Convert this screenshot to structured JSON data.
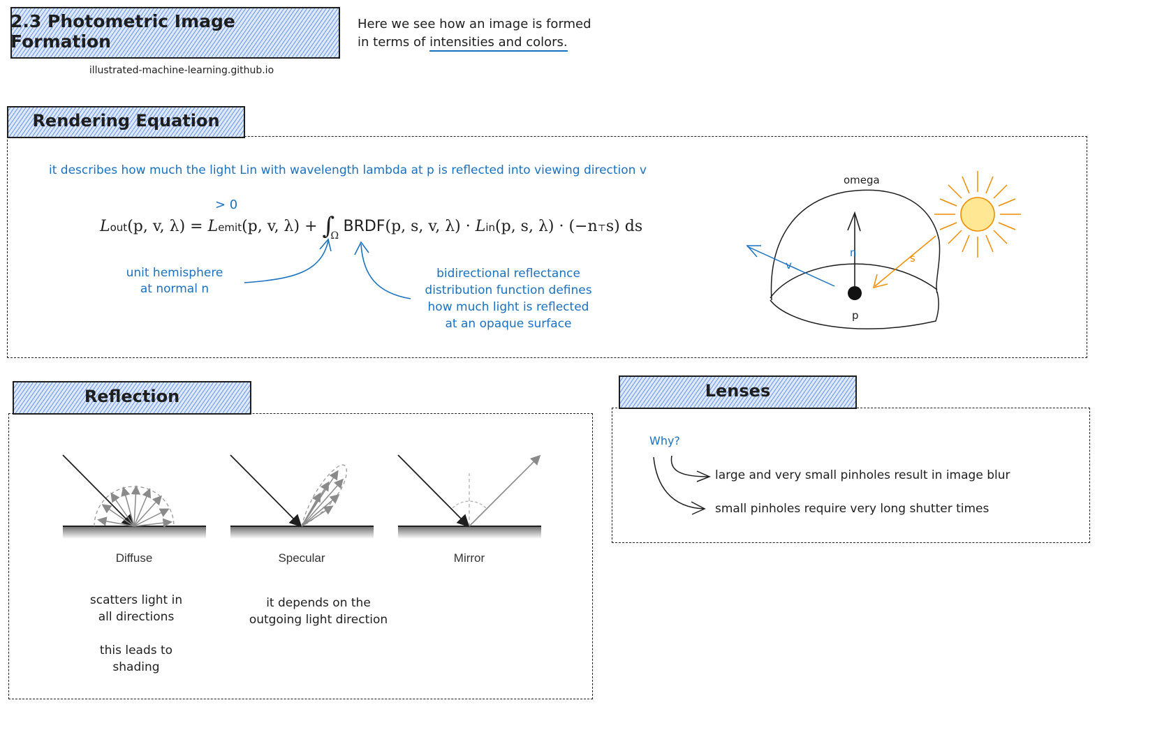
{
  "header": {
    "title": "2.3 Photometric Image Formation",
    "source": "illustrated-machine-learning.github.io",
    "intro_line1": "Here we see how an image is formed",
    "intro_line2_prefix": "in terms of",
    "intro_line2_highlight": "intensities and colors."
  },
  "rendering": {
    "heading": "Rendering Equation",
    "description": "it describes how much the light Lin with wavelength lambda at p is reflected into viewing direction v",
    "emit_note": "> 0",
    "eq_lhs": "L",
    "eq_lhs_sub": "out",
    "eq_args1": "(p, v, λ) = ",
    "eq_emit": "L",
    "eq_emit_sub": "emit",
    "eq_args2": "(p, v, λ) + ",
    "eq_integral": "∫",
    "eq_integral_sub": "Ω",
    "eq_brdf": "BRDF",
    "eq_args3": "(p, s, v, λ) · ",
    "eq_lin": "L",
    "eq_lin_sub": "in",
    "eq_args4": "(p, s, λ) · (−n",
    "eq_transpose": "⊤",
    "eq_args5": "s) ds",
    "hemisphere_note_line1": "unit hemisphere",
    "hemisphere_note_line2": "at normal n",
    "brdf_note_line1": "bidirectional reflectance",
    "brdf_note_line2": "distribution function defines",
    "brdf_note_line3": "how much light is reflected",
    "brdf_note_line4": "at an opaque surface",
    "diagram": {
      "omega_label": "omega",
      "normal_label": "n",
      "view_label": "v",
      "source_label": "s",
      "point_label": "p"
    }
  },
  "reflection": {
    "heading": "Reflection",
    "types": [
      {
        "label": "Diffuse"
      },
      {
        "label": "Specular"
      },
      {
        "label": "Mirror"
      }
    ],
    "diffuse_note_line1": "scatters light in",
    "diffuse_note_line2": "all directions",
    "shading_note_line1": "this leads to",
    "shading_note_line2": "shading",
    "specular_note_line1": "it depends on the",
    "specular_note_line2": "outgoing light direction"
  },
  "lenses": {
    "heading": "Lenses",
    "why": "Why?",
    "reason1": "large and very small pinholes result in image blur",
    "reason2": "small pinholes require very long shutter times"
  },
  "colors": {
    "accent_blue": "#1971c2",
    "hatch_blue": "#4a86e8",
    "sun_orange": "#f08c00",
    "sun_fill": "#ffd43b",
    "ink": "#1e1e1e"
  }
}
